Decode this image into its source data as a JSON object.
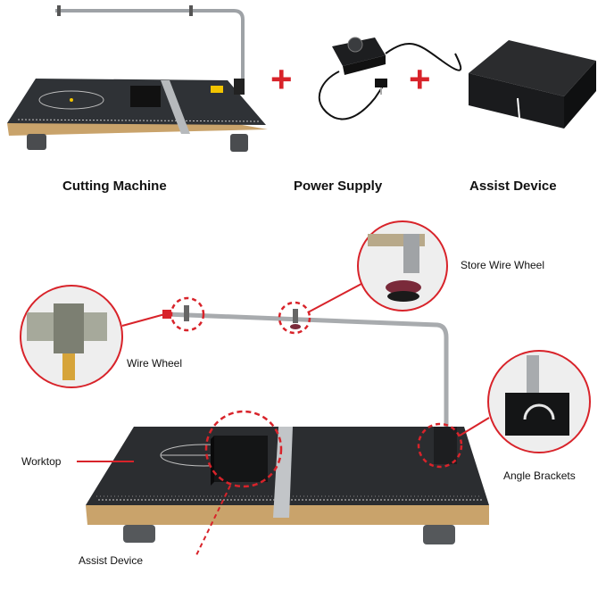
{
  "top_row": {
    "items": [
      {
        "caption": "Cutting Machine"
      },
      {
        "caption": "Power Supply"
      },
      {
        "caption": "Assist Device"
      }
    ],
    "plus_symbol": "+"
  },
  "callouts": {
    "store_wire_wheel": "Store Wire Wheel",
    "wire_wheel": "Wire Wheel",
    "worktop": "Worktop",
    "angle_brackets": "Angle Brackets",
    "assist_device": "Assist Device"
  },
  "colors": {
    "accent_red": "#d8232a",
    "board_top": "#2b2d30",
    "board_edge": "#c9a36b",
    "metal": "#a8abae"
  }
}
